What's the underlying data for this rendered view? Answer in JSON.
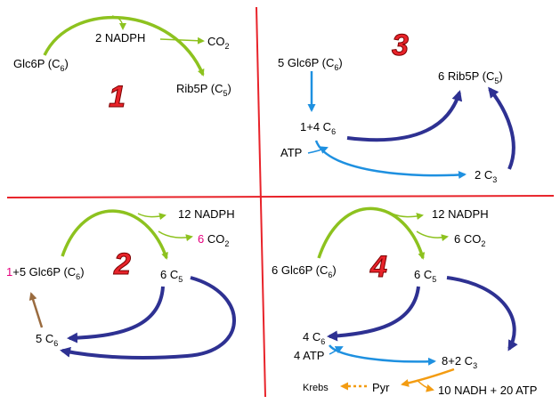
{
  "colors": {
    "divider": "#e8232a",
    "green": "#8dc21f",
    "navy": "#2e3192",
    "blue": "#1e90e0",
    "brown": "#9a6b3f",
    "orange": "#f39c12",
    "highlight": "#e6007e"
  },
  "panels": {
    "p1": {
      "number": "1",
      "glc6p": "Glc6P (C",
      "glc6p_sub": "6",
      "nadph": "2 NADPH",
      "co2": "CO",
      "co2_sub": "2",
      "rib5p": "Rib5P (C",
      "rib5p_sub": "5"
    },
    "p2": {
      "number": "2",
      "glc_highlight": "1",
      "glc_rest": "+5 Glc6P (C",
      "glc_sub": "6",
      "nadph": "12 NADPH",
      "co2_highlight": "6",
      "co2": " CO",
      "co2_sub": "2",
      "c5": "6 C",
      "c5_sub": "5",
      "c6": "5 C",
      "c6_sub": "6"
    },
    "p3": {
      "number": "3",
      "glc": "5 Glc6P (C",
      "glc_sub": "6",
      "c6": "1+4 C",
      "c6_sub": "6",
      "rib": "6 Rib5P (C",
      "rib_sub": "5",
      "atp": "ATP",
      "c3": "2 C",
      "c3_sub": "3"
    },
    "p4": {
      "number": "4",
      "glc": "6 Glc6P (C",
      "glc_sub": "6",
      "nadph": "12 NADPH",
      "co2": "6 CO",
      "co2_sub": "2",
      "c5": "6 C",
      "c5_sub": "5",
      "c6": "4 C",
      "c6_sub": "6",
      "atp": "4 ATP",
      "c3": "8+2 C",
      "c3_sub": "3",
      "krebs": "Krebs",
      "pyr": "Pyr",
      "yield": "10 NADH + 20 ATP"
    }
  }
}
